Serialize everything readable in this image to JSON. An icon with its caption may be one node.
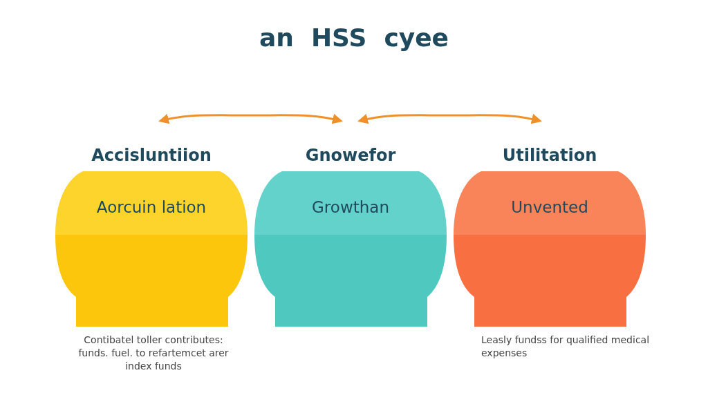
{
  "diagram": {
    "title": "an  HSS  cyee",
    "nodes": [
      {
        "text": [
          "Accisluntiion",
          "Aorcuin lation"
        ],
        "beside": [
          "Contibatel toller contributes: funds. fuel. to refartemcet arer index funds"
        ]
      },
      {
        "text": [
          "Gnowefor",
          "Growthan"
        ]
      },
      {
        "text": [
          "Utilitation",
          "Unvented"
        ],
        "beside": [
          "Leasly fundss for qualified medical expenses"
        ]
      }
    ],
    "edges": [
      {
        "from": 0,
        "to": 1,
        "arrow": "both",
        "color": "#f0902a"
      },
      {
        "from": 1,
        "to": 2,
        "arrow": "both",
        "color": "#f0902a"
      }
    ]
  }
}
